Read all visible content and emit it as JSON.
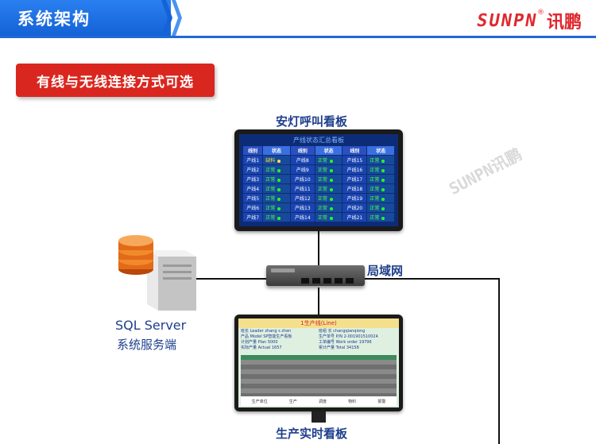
{
  "header": {
    "title": "系统架构",
    "brand_en": "SUNPN",
    "brand_reg": "®",
    "brand_cn": "讯鹏"
  },
  "label": "有线与无线连接方式可选",
  "nodes": {
    "andon_board": "安灯呼叫看板",
    "lan": "局域网",
    "sql_line1": "SQL Server",
    "sql_line2": "系统服务端",
    "production_board": "生产实时看板"
  },
  "watermark": "SUNPN讯鹏",
  "andon_screen": {
    "title": "产线状态汇总看板",
    "col_line": "线别",
    "col_status": "状态",
    "columns": [
      [
        "产线1",
        "产线2",
        "产线3",
        "产线4",
        "产线5",
        "产线6",
        "产线7"
      ],
      [
        "产线8",
        "产线9",
        "产线10",
        "产线11",
        "产线12",
        "产线13",
        "产线14"
      ],
      [
        "产线15",
        "产线16",
        "产线17",
        "产线18",
        "产线19",
        "产线20",
        "产线21"
      ]
    ],
    "status_normal": "正常",
    "status_warn": "缺料"
  },
  "production_screen": {
    "title": "1生产线(Line)",
    "info_rows": [
      [
        "班长 Leader  zhang  s zhen",
        "班组 长  changqianqiong"
      ],
      [
        "产品 Model  SP智能生产看板",
        "生产单号 P/N  2-001901510024"
      ],
      [
        "计划产量 Plan  5000",
        "工单编号 Work order  19796"
      ],
      [
        "实际产量 Actual  1657",
        "累计产量 Total  34158"
      ]
    ],
    "footer": [
      "生产单位",
      "生产",
      "调度",
      "物料",
      "报警"
    ]
  },
  "colors": {
    "brand_red": "#e0282e",
    "header_blue": "#1462d6",
    "label_red": "#d9271f",
    "caption_blue": "#1f3f8c"
  }
}
